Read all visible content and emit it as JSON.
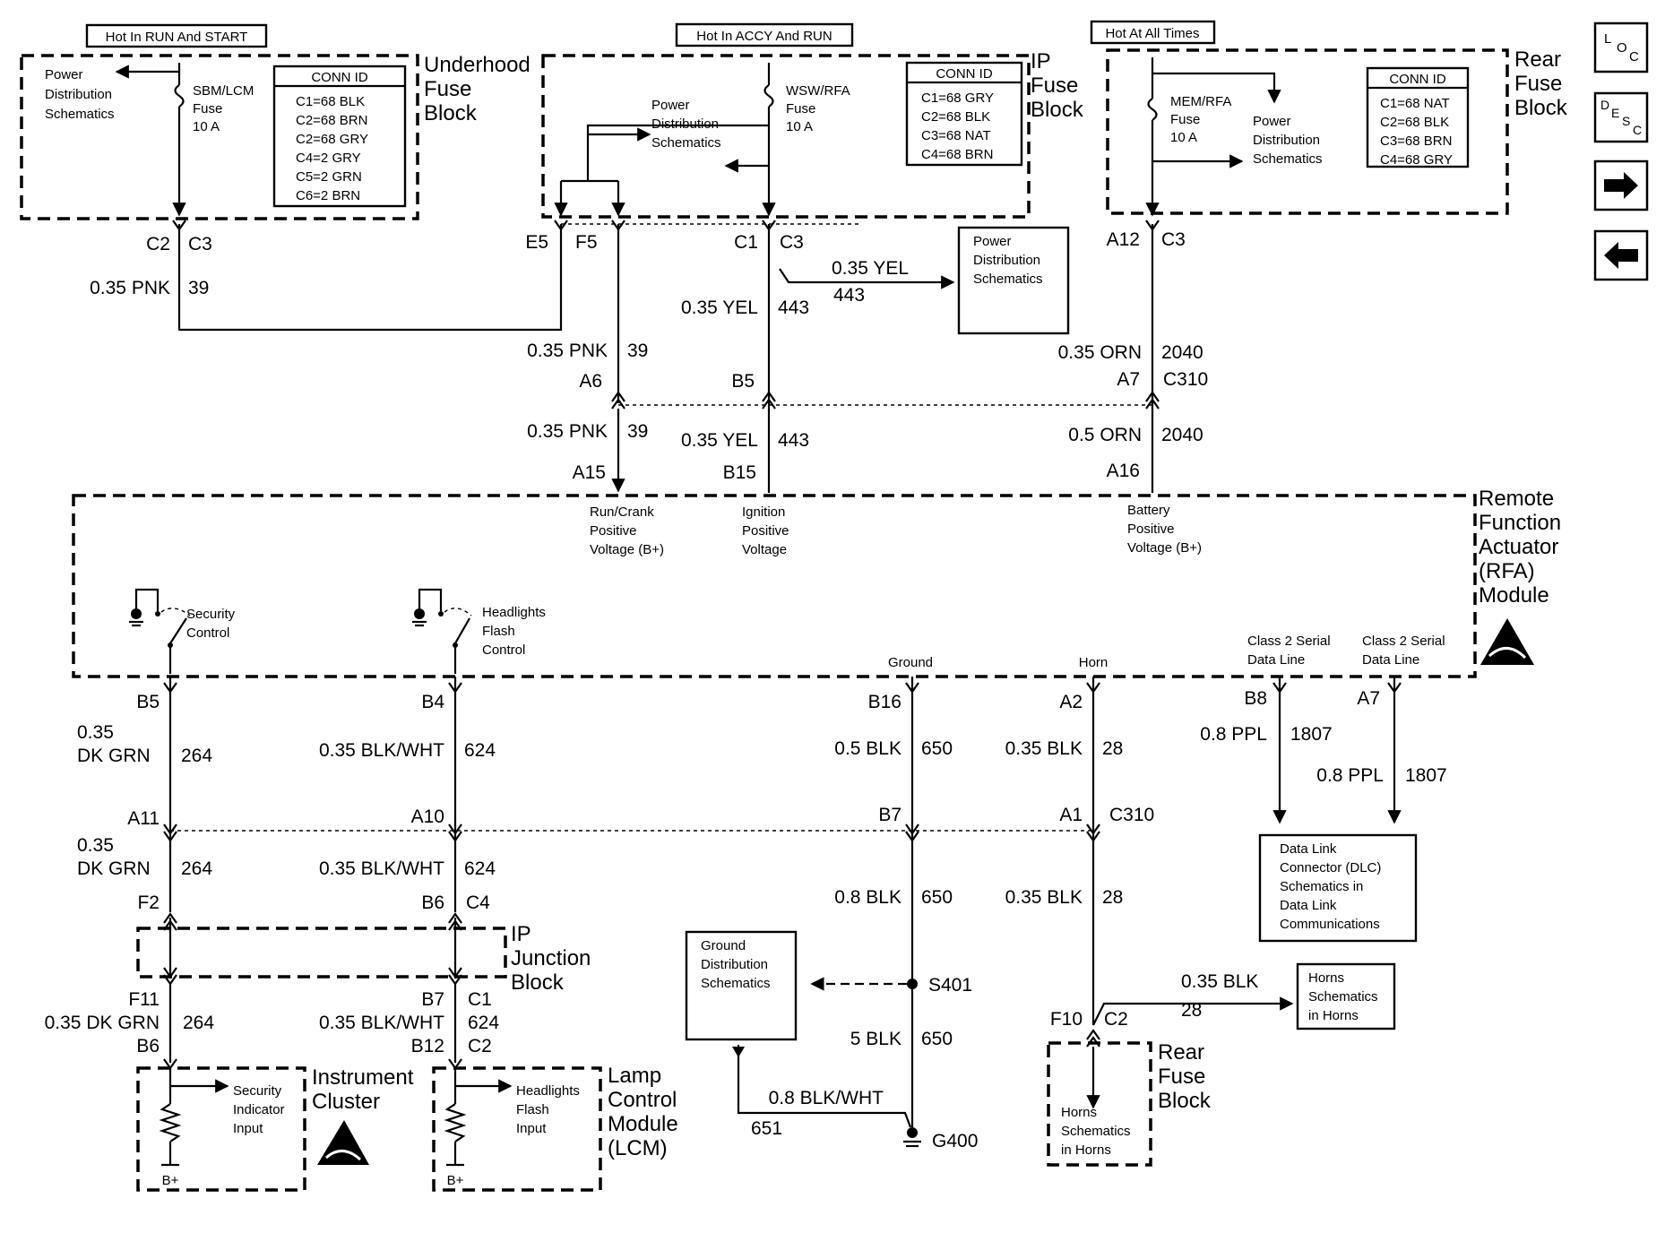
{
  "header_labels": {
    "hot_run_start": "Hot In RUN And START",
    "hot_accy_run": "Hot In ACCY And RUN",
    "hot_all_times": "Hot At All Times"
  },
  "underhood_fuse_block": {
    "title": [
      "Underhood",
      "Fuse",
      "Block"
    ],
    "power_dist": [
      "Power",
      "Distribution",
      "Schematics"
    ],
    "fuse": [
      "SBM/LCM",
      "Fuse",
      "10 A"
    ],
    "conn_title": "CONN ID",
    "conn": [
      "C1=68 BLK",
      "C2=68 BRN",
      "C2=68 GRY",
      "C4=2 GRY",
      "C5=2 GRN",
      "C6=2 BRN"
    ]
  },
  "ip_fuse_block": {
    "title": [
      "IP",
      "Fuse",
      "Block"
    ],
    "power_dist": [
      "Power",
      "Distribution",
      "Schematics"
    ],
    "fuse": [
      "WSW/RFA",
      "Fuse",
      "10 A"
    ],
    "conn_title": "CONN ID",
    "conn": [
      "C1=68 GRY",
      "C2=68 BLK",
      "C3=68 NAT",
      "C4=68 BRN"
    ]
  },
  "rear_fuse_block": {
    "title": [
      "Rear",
      "Fuse",
      "Block"
    ],
    "power_dist": [
      "Power",
      "Distribution",
      "Schematics"
    ],
    "fuse": [
      "MEM/RFA",
      "Fuse",
      "10 A"
    ],
    "conn_title": "CONN ID",
    "conn": [
      "C1=68 NAT",
      "C2=68 BLK",
      "C3=68 BRN",
      "C4=68 GRY"
    ]
  },
  "upper_wiring": {
    "c2": "C2",
    "c3a": "C3",
    "pnk1": "0.35 PNK",
    "n39a": "39",
    "e5": "E5",
    "f5": "F5",
    "c1": "C1",
    "c3b": "C3",
    "yel_branch": "0.35 YEL",
    "n443_branch": "443",
    "power_dist_box": [
      "Power",
      "Distribution",
      "Schematics"
    ],
    "yel1": "0.35 YEL",
    "n443a": "443",
    "a12": "A12",
    "c3c": "C3",
    "pnk2": "0.35 PNK",
    "n39b": "39",
    "a6": "A6",
    "b5top": "B5",
    "orn1": "0.35 ORN",
    "n2040a": "2040",
    "a7top": "A7",
    "c310a": "C310",
    "pnk3": "0.35 PNK",
    "n39c": "39",
    "yel2": "0.35 YEL",
    "n443b": "443",
    "orn2": "0.5 ORN",
    "n2040b": "2040",
    "a15": "A15",
    "b15": "B15",
    "a16": "A16"
  },
  "rfa_module": {
    "title": [
      "Remote",
      "Function",
      "Actuator",
      "(RFA)",
      "Module"
    ],
    "run_crank": [
      "Run/Crank",
      "Positive",
      "Voltage (B+)"
    ],
    "ignition": [
      "Ignition",
      "Positive",
      "Voltage"
    ],
    "battery": [
      "Battery",
      "Positive",
      "Voltage (B+)"
    ],
    "security_control": [
      "Security",
      "Control"
    ],
    "headlights_flash_control": [
      "Headlights",
      "Flash",
      "Control"
    ],
    "ground": "Ground",
    "horn": "Horn",
    "class2_a": [
      "Class 2 Serial",
      "Data Line"
    ],
    "class2_b": [
      "Class 2 Serial",
      "Data Line"
    ]
  },
  "lower_wiring": {
    "b5": "B5",
    "b4": "B4",
    "b16": "B16",
    "a2": "A2",
    "b8": "B8",
    "a7": "A7",
    "grn1a": "0.35",
    "grn1b": "DK GRN",
    "n264a": "264",
    "bw1": "0.35 BLK/WHT",
    "n624a": "624",
    "blk05": "0.5 BLK",
    "n650a": "650",
    "blk035a": "0.35 BLK",
    "n28a": "28",
    "ppl1": "0.8 PPL",
    "n1807a": "1807",
    "ppl2": "0.8 PPL",
    "n1807b": "1807",
    "a11": "A11",
    "a10": "A10",
    "b7": "B7",
    "a1": "A1",
    "c310": "C310",
    "grn2a": "0.35",
    "grn2b": "DK GRN",
    "n264b": "264",
    "bw2": "0.35 BLK/WHT",
    "n624b": "624",
    "blk08": "0.8 BLK",
    "n650b": "650",
    "blk035b": "0.35 BLK",
    "n28b": "28",
    "f2": "F2",
    "b6": "B6",
    "c4": "C4",
    "ip_junction": [
      "IP",
      "Junction",
      "Block"
    ],
    "dlc_box": [
      "Data Link",
      "Connector (DLC)",
      "Schematics in",
      "Data Link",
      "Communications"
    ],
    "ground_dist": [
      "Ground",
      "Distribution",
      "Schematics"
    ],
    "s401": "S401",
    "blk5": "5 BLK",
    "n650c": "650",
    "bw3": "0.8 BLK/WHT",
    "n651": "651",
    "g400": "G400",
    "f11": "F11",
    "grn3": "0.35 DK GRN",
    "n264c": "264",
    "b6b": "B6",
    "b7b": "B7",
    "c1b": "C1",
    "bw4": "0.35 BLK/WHT",
    "n624c": "624",
    "b12": "B12",
    "c2b": "C2",
    "f10": "F10",
    "c2c": "C2",
    "blk035c": "0.35 BLK",
    "n28c": "28",
    "horns_box": [
      "Horns",
      "Schematics",
      "in Horns"
    ],
    "horns_rear": [
      "Horns",
      "Schematics",
      "in Horns"
    ],
    "rear_fuse": [
      "Rear",
      "Fuse",
      "Block"
    ]
  },
  "instrument_cluster": {
    "title": [
      "Instrument",
      "Cluster"
    ],
    "input": [
      "Security",
      "Indicator",
      "Input"
    ],
    "bplus": "B+"
  },
  "lcm": {
    "title": [
      "Lamp",
      "Control",
      "Module",
      "(LCM)"
    ],
    "input": [
      "Headlights",
      "Flash",
      "Input"
    ],
    "bplus": "B+"
  },
  "nav": {
    "loc": [
      "L",
      "O",
      "C"
    ],
    "desc": [
      "D",
      "E",
      "S",
      "C"
    ],
    "next_icon": "right-arrow-icon",
    "prev_icon": "left-arrow-icon"
  }
}
